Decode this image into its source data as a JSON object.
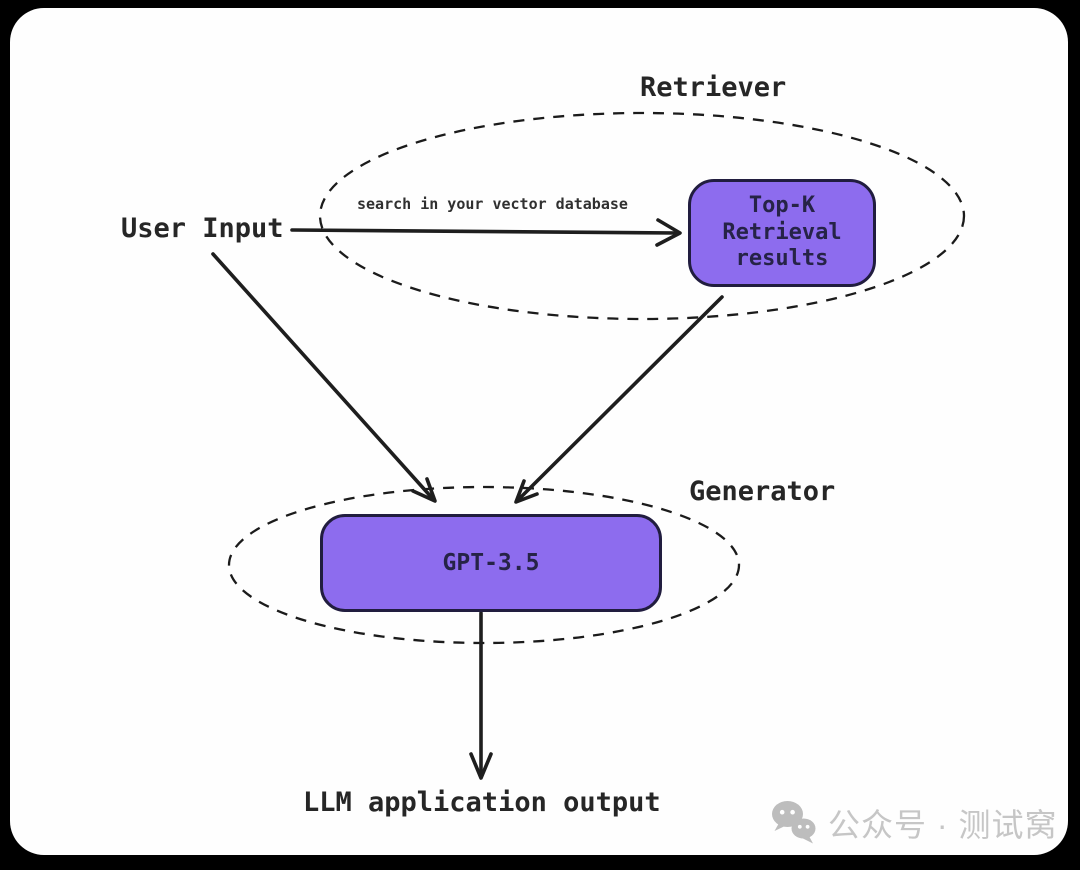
{
  "diagram": {
    "title_context": "RAG pipeline diagram",
    "retriever": {
      "label": "Retriever",
      "search_caption": "search in your vector database",
      "topk_node_label": "Top-K\nRetrieval\nresults"
    },
    "generator": {
      "label": "Generator",
      "model_node_label": "GPT-3.5"
    },
    "input_label": "User Input",
    "output_label": "LLM application output",
    "edges": [
      "User Input -> Top-K Retrieval results (search in your vector database)",
      "User Input -> Generator",
      "Top-K Retrieval results -> Generator",
      "GPT-3.5 -> LLM application output"
    ]
  },
  "watermark": {
    "icon": "wechat-icon",
    "text": "公众号 · 测试窝"
  },
  "colors": {
    "frame_background": "#000000",
    "card_background": "#fefefe",
    "node_fill": "#8d6cee",
    "node_border": "#211d3f",
    "line": "#1e1e1e",
    "watermark_gray": "#c6c6c6"
  }
}
